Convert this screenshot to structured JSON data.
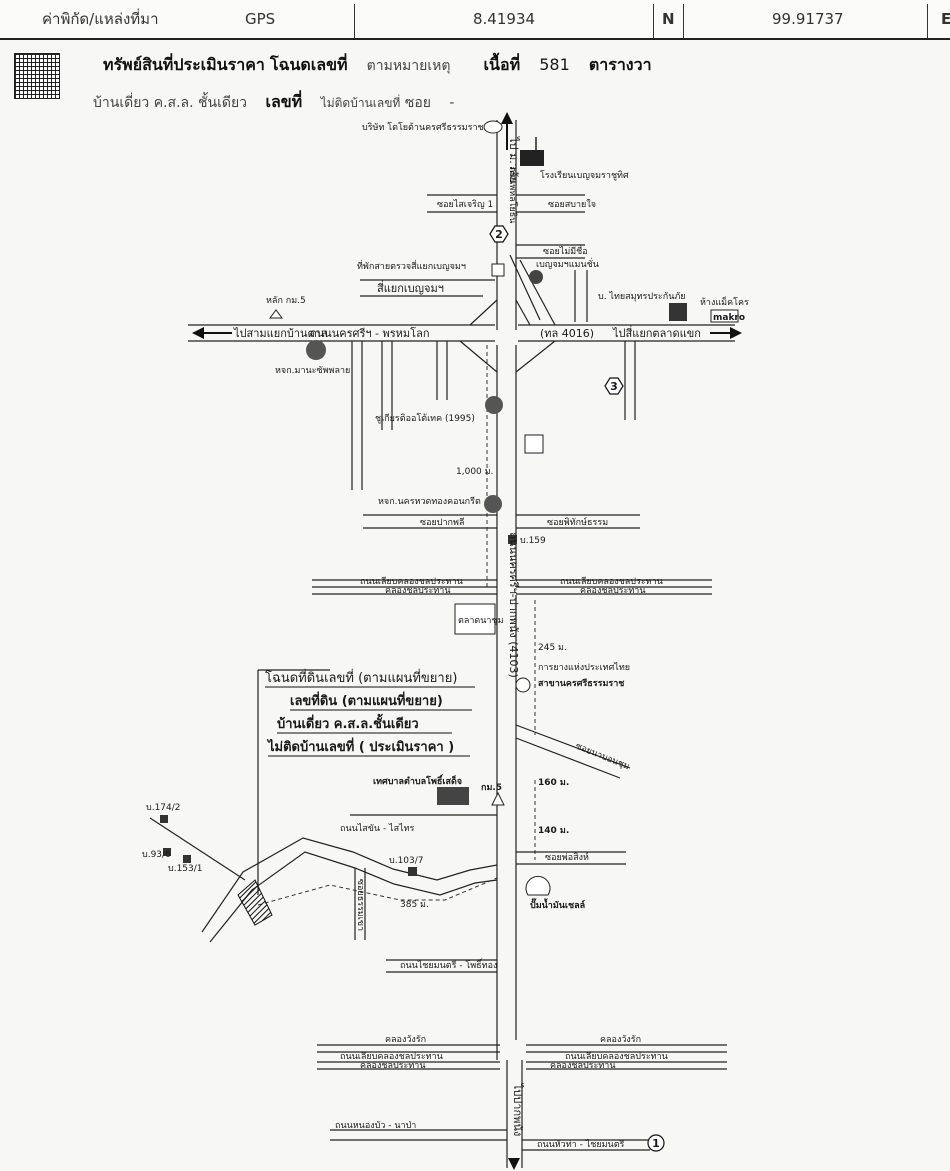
{
  "header": {
    "coord_label": "ค่าพิกัด/แหล่งที่มา",
    "source": "GPS",
    "lat": "8.41934",
    "lat_dir": "N",
    "lon": "99.91737",
    "lon_dir": "E"
  },
  "info": {
    "asset_label": "ทรัพย์สินที่ประเมินราคา",
    "deed_label": "โฉนดเลขที่",
    "deed_value": "ตามหมายเหตุ",
    "area_label": "เนื้อที่",
    "area_value": "581",
    "area_unit": "ตารางวา",
    "building": "บ้านเดี่ยว ค.ส.ล. ชั้นเดียว",
    "number_label": "เลขที่",
    "number_value": "ไม่ติดบ้านเลขที่",
    "soi_label": "ซอย",
    "soi_value": "-"
  },
  "map": {
    "roads": {
      "main_road": "ถนนนครศรีฯ - พรหมโลก",
      "route": "(ทล 4016)",
      "left_dest": "ไปสามแยกบ้านตาล",
      "right_dest": "ไปสี่แยกตลาดแขก",
      "top_dest": "ไป ม.วลัย",
      "north_vertical": "ถนนพหลโยธิน",
      "south_vertical": "ถนนนครศรีฯ-ปากพนัง (4103)",
      "bottom_dest": "ไปปากพนัง",
      "canal_road_upper": "ถนนเลียบคลองชลประทาน",
      "canal_upper": "คลองชลประทาน",
      "canal_road_lower": "ถนนเลียบคลองชลประทาน",
      "canal_lower": "คลองชลประทาน",
      "khlong_wang": "คลองวังรัก",
      "sai_chan": "ถนนไสขัน - ไสไทร",
      "sai_mon": "ถนนไชยมนตรี - โพธิ์ทอง",
      "nong_bua": "ถนนหนองบัว - นาป่า",
      "hua_tha": "ถนนหัวท่า - ไชยมนตรี",
      "soi_khao": "ซอยธรรมเขา",
      "soi_muang": "ซอยนาบอนชุม"
    },
    "sois": {
      "si_charoen": "ซอยไสเจริญ 1",
      "sabai_jai": "ซอยสบายใจ",
      "mai_sue": "ซอยไม่มีชื่อ",
      "pak_phli": "ซอยปากพลี",
      "phitak": "ซอยพิทักษ์ธรรม",
      "pho_sing": "ซอยพ่อสิงห์"
    },
    "places": {
      "toyota": "บริษัท โตโยต้านครศรีธรรมราช",
      "school": "โรงเรียนเบญจมราชูทิศ",
      "police": "ที่พักสายตรวจสี่แยกเบญจมฯ",
      "benjama_mart": "เบญจมฯแมนชั่น",
      "intersection": "สี่แยกเบญจมฯ",
      "thai_insurance": "บ. ไทยสมุทรประกันภัย",
      "makro_label": "ห้างแม็คโคร",
      "makro": "makro",
      "km5_top": "หลัก กม.5",
      "mana": "หจก.มานะซัพพลาย",
      "chiang_auto": "ชูเกียรติออโต้เทค (1995)",
      "nakhon_auto": "หจก.นครหวดทองคอนกรีต",
      "b159": "บ.159",
      "market": "ตลาดนาชุม",
      "rubber": "การยางแห่งประเทศไทย",
      "rubber_branch": "สาขานครศรีธรรมราช",
      "municipality": "เทศบาลตำบลโพธิ์เสด็จ",
      "km5_bottom": "กม.5",
      "shell": "ปั๊มน้ำมันเชลล์",
      "b174": "บ.174/2",
      "b93": "บ.93/6",
      "b153": "บ.153/1",
      "b103": "บ.103/7"
    },
    "distances": {
      "d1000": "1,000 ม.",
      "d245": "245 ม.",
      "d160": "160 ม.",
      "d140": "140 ม.",
      "d385": "385 ม."
    },
    "markers": {
      "m1": "1",
      "m2": "2",
      "m3": "3"
    },
    "note": {
      "line1": "โฉนดที่ดินเลขที่ (ตามแผนที่ขยาย)",
      "line2": "เลขที่ดิน (ตามแผนที่ขยาย)",
      "line3": "บ้านเดี่ยว ค.ส.ล.ชั้นเดียว",
      "line4": "ไม่ติดบ้านเลขที่ ( ประเมินราคา )"
    }
  }
}
